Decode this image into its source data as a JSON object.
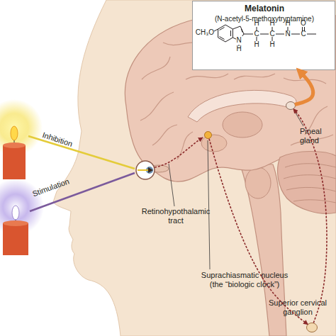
{
  "diagram": {
    "nodes": [
      {
        "text": [
          "Melatonin",
          "(N-acetyl-5-methoxytryptamine)"
        ]
      },
      {
        "text": [
          "Pineal gland"
        ]
      },
      {
        "text": [
          "Suprachiasmatic nucleus (the “biologic clock”)"
        ]
      },
      {
        "text": [
          "Superior cervical ganglion"
        ]
      }
    ],
    "edges": [
      {
        "from": 2,
        "to": 3,
        "arrow": "to"
      },
      {
        "from": 3,
        "to": 1,
        "arrow": "to"
      },
      {
        "from": 1,
        "to": 0,
        "arrow": "to"
      }
    ],
    "labels": [
      "CH₃O",
      "H",
      "H",
      "H",
      "O",
      "C",
      "C",
      "N",
      "C",
      "H",
      "H",
      "N",
      "H",
      "Inhibition",
      "Stimulation",
      "Retinohypothalamic tract"
    ]
  }
}
